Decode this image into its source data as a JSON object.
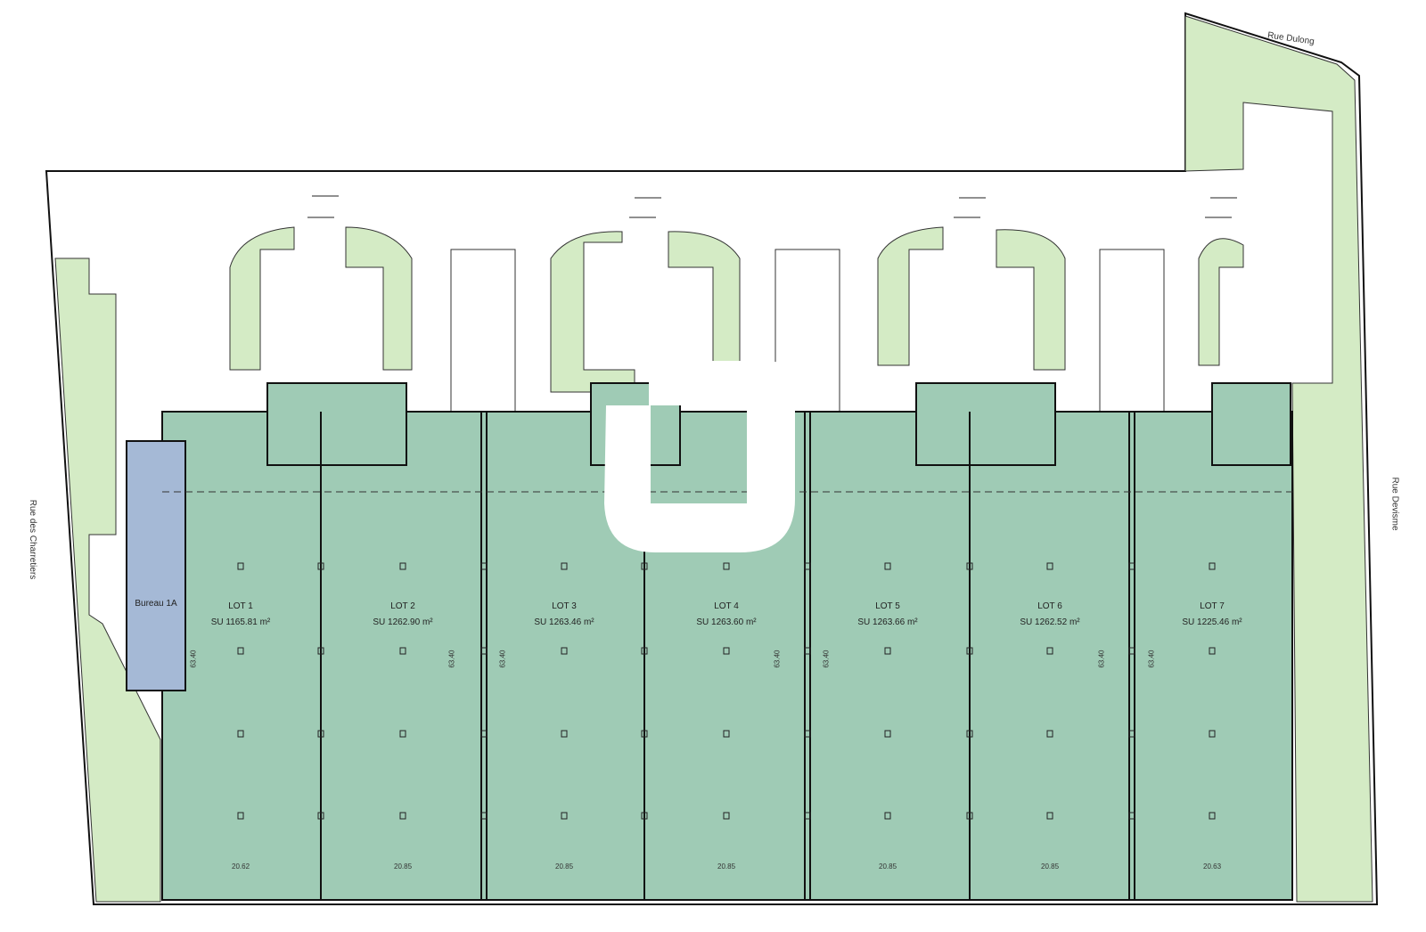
{
  "colors": {
    "warehouse": "#9fcbb5",
    "office": "#a5b9d6",
    "landscape": "#d4ebc5",
    "outline": "#111111"
  },
  "streets": {
    "north": "Rue Dulong",
    "west": "Rue des Charretiers",
    "east": "Rue Devisme"
  },
  "office": {
    "label": "Bureau 1A"
  },
  "lots": [
    {
      "name": "LOT 1",
      "area": "SU 1165.81 m²",
      "width": "20.62"
    },
    {
      "name": "LOT 2",
      "area": "SU 1262.90 m²",
      "width": "20.85"
    },
    {
      "name": "LOT 3",
      "area": "SU 1263.46 m²",
      "width": "20.85"
    },
    {
      "name": "LOT 4",
      "area": "SU 1263.60 m²",
      "width": "20.85"
    },
    {
      "name": "LOT 5",
      "area": "SU 1263.66 m²",
      "width": "20.85"
    },
    {
      "name": "LOT 6",
      "area": "SU 1262.52 m²",
      "width": "20.85"
    },
    {
      "name": "LOT 7",
      "area": "SU 1225.46 m²",
      "width": "20.63"
    }
  ],
  "depth_label": "63.40"
}
